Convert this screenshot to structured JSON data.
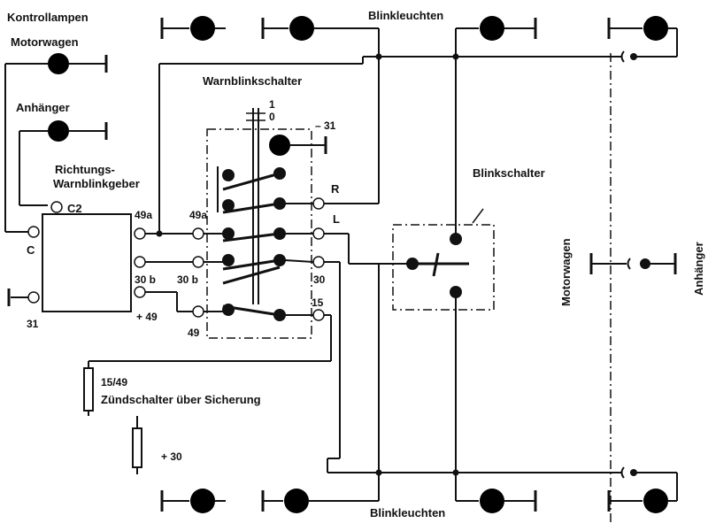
{
  "labels": {
    "kontrollampen": "Kontrollampen",
    "motorwagen_top": "Motorwagen",
    "anhaenger_top": "Anhänger",
    "richtungs": "Richtungs-",
    "warnblinkgeber": "Warnblinkgeber",
    "c2": "C2",
    "c": "C",
    "t31": "31",
    "warnblinkschalter": "Warnblinkschalter",
    "sw1": "1",
    "sw0": "0",
    "minus31": "– 31",
    "t49a_left": "49a",
    "t49a_right": "49a",
    "t30b_left": "30 b",
    "t30b_right": "30 b",
    "plus49": "+ 49",
    "t49": "49",
    "R": "R",
    "L": "L",
    "t30": "30",
    "t15": "15",
    "fuse1": "15/49",
    "zuendschalter": "Zündschalter über Sicherung",
    "plus30": "+ 30",
    "blinkleuchten_top": "Blinkleuchten",
    "blinkleuchten_bottom": "Blinkleuchten",
    "blinkschalter": "Blinkschalter",
    "motorwagen_side": "Motorwagen",
    "anhaenger_side": "Anhänger"
  },
  "icons": [
    "lamp-icon",
    "fuse-icon",
    "ground-icon",
    "terminal-icon"
  ]
}
